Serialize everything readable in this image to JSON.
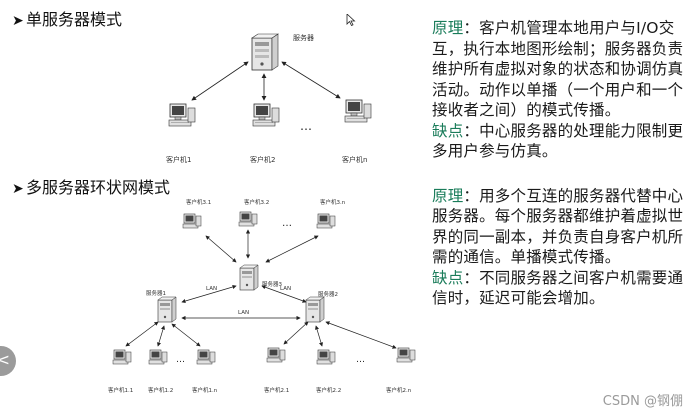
{
  "section1": {
    "bullet": "➤",
    "heading": "单服务器模式",
    "server_label": "服务器",
    "clients": [
      "客户机1",
      "客户机2",
      "客户机n"
    ],
    "ellipsis": "…"
  },
  "section2": {
    "bullet": "➤",
    "heading": "多服务器环状网模式",
    "top_clients": [
      "客户机3.1",
      "客户机3.2",
      "客户机3.n"
    ],
    "center_server": "服务器3",
    "left_server": "服务器1",
    "right_server": "服务器2",
    "lan_labels": [
      "LAN",
      "LAN",
      "LAN"
    ],
    "left_clients": [
      "客户机1.1",
      "客户机1.2",
      "客户机1.n"
    ],
    "right_clients": [
      "客户机2.1",
      "客户机2.2",
      "客户机2.n"
    ],
    "ellipsis": "…"
  },
  "text": {
    "p1_label": "原理",
    "p1_body": "：客户机管理本地用户与I/O交互，执行本地图形绘制；服务器负责维护所有虚拟对象的状态和协调仿真活动。动作以单播（一个用户和一个接收者之间）的模式传播。",
    "p2_label": "缺点",
    "p2_body": "：中心服务器的处理能力限制更多用户参与仿真。",
    "p3_label": "原理",
    "p3_body": "：用多个互连的服务器代替中心服务器。每个服务器都维护着虚拟世界的同一副本，并负责自身客户机所需的通信。单播模式传播。",
    "p4_label": "缺点",
    "p4_body": "：不同服务器之间客户机需要通信时，延迟可能会增加。"
  },
  "nav": {
    "prev_arrow": "<"
  },
  "watermark": "CSDN @钢倗",
  "colors": {
    "label_green": "#1a7c5a"
  }
}
